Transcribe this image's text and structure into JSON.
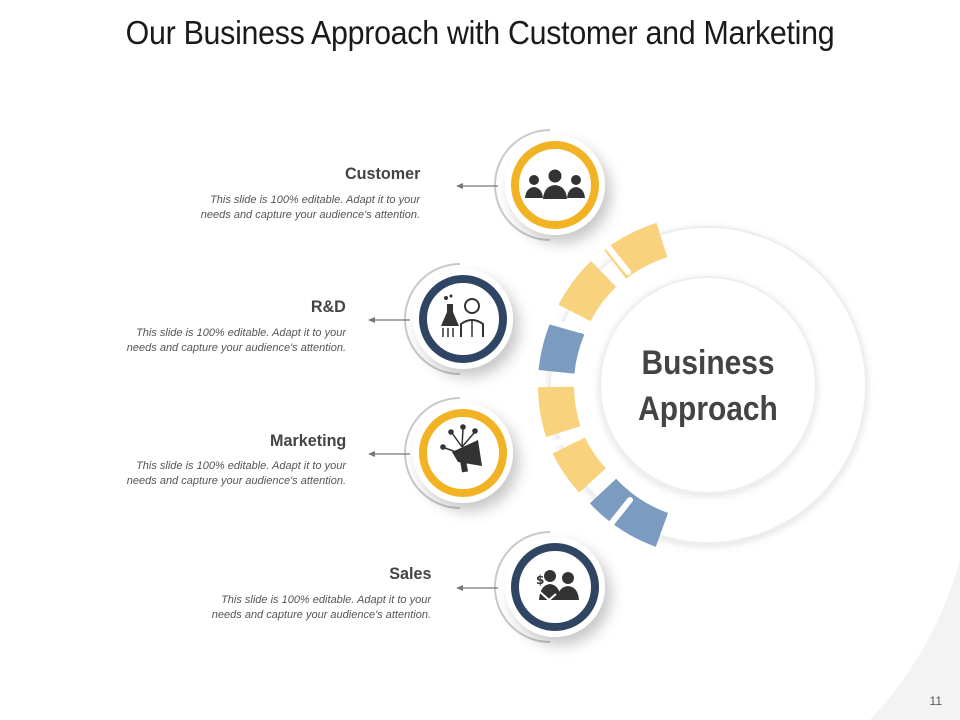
{
  "slide": {
    "title": "Our Business Approach with Customer and Marketing",
    "page_number": "11"
  },
  "center": {
    "line1": "Business",
    "line2": "Approach"
  },
  "colors": {
    "yellow": "#f1b323",
    "navy": "#2f4563",
    "pale_yellow": "#f9d27d",
    "pale_blue": "#7b9bc0",
    "text": "#444444"
  },
  "items": [
    {
      "title": "Customer",
      "desc_line1": "This slide is 100% editable. Adapt it to your",
      "desc_line2": "needs and capture your audience's attention.",
      "icon": "customers-group-icon",
      "ring_color": "yellow"
    },
    {
      "title": "R&D",
      "desc_line1": "This slide is 100% editable. Adapt it to your",
      "desc_line2": "needs and capture your audience's attention.",
      "icon": "scientist-icon",
      "ring_color": "navy"
    },
    {
      "title": "Marketing",
      "desc_line1": "This slide is 100% editable. Adapt it to your",
      "desc_line2": "needs and capture your audience's attention.",
      "icon": "megaphone-icon",
      "ring_color": "yellow"
    },
    {
      "title": "Sales",
      "desc_line1": "This slide is 100% editable. Adapt it to your",
      "desc_line2": "needs and capture your audience's attention.",
      "icon": "handshake-deal-icon",
      "ring_color": "navy"
    }
  ]
}
